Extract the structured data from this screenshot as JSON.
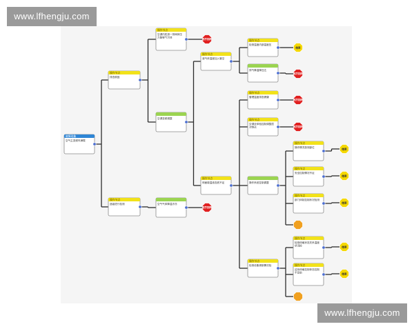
{
  "watermarks": {
    "top": "www.lfhengju.com",
    "bottom": "www.lfhengju.com"
  },
  "colors": {
    "root_header": "#2e86d6",
    "check_header": "#f2e21a",
    "yes_header": "#9bd451",
    "box_border": "#8a8a8a",
    "line": "#2b2b2b",
    "connector": "#4d6fd1",
    "stop": "#e02020",
    "end": "#f5d800",
    "end_orange": "#f0a020"
  },
  "diagram": {
    "nodes": [
      {
        "id": "root",
        "kind": "root",
        "title": "故障现象",
        "text": "空气主变频车满载"
      },
      {
        "id": "n1",
        "kind": "check",
        "title": "操作节点",
        "text": "排查原因"
      },
      {
        "id": "n2",
        "kind": "check",
        "title": "操作节点",
        "text": "逐级进行检测"
      },
      {
        "id": "n1a",
        "kind": "check",
        "title": "操作节点",
        "text": "空调内机排一排阀体压力能够气污体"
      },
      {
        "id": "n1b",
        "kind": "yes",
        "title": "",
        "text": "空调变频调整"
      },
      {
        "id": "n2a",
        "kind": "yes",
        "title": "",
        "text": "空气气体降温冷冻"
      },
      {
        "id": "n1b1",
        "kind": "check",
        "title": "操作节点",
        "text": "液气体温度加入管空"
      },
      {
        "id": "n1b2",
        "kind": "check",
        "title": "操作节点",
        "text": "侧面增温液态底不足"
      },
      {
        "id": "n3a",
        "kind": "check",
        "title": "操作节点",
        "text": "检测温度内部温度压"
      },
      {
        "id": "n3b",
        "kind": "yes",
        "title": "",
        "text": "排气降温降压达"
      },
      {
        "id": "n4a",
        "kind": "check",
        "title": "操作节点",
        "text": "管理温度排查健康"
      },
      {
        "id": "n4b",
        "kind": "check",
        "title": "操作节点",
        "text": "空调全体验控制调整层次制达"
      },
      {
        "id": "n4c",
        "kind": "yes",
        "title": "",
        "text": "操作系统控制调整"
      },
      {
        "id": "n4d",
        "kind": "check",
        "title": "操作节点",
        "text": "检测设备调制情况检"
      },
      {
        "id": "n5a",
        "kind": "check",
        "title": "操作节点",
        "text": "操作情况探测部位"
      },
      {
        "id": "n5b",
        "kind": "check",
        "title": "操作节点",
        "text": "安全控制情况不足"
      },
      {
        "id": "n5c",
        "kind": "check",
        "title": "操作节点",
        "text": "部门体制控制状况检测"
      },
      {
        "id": "n6a",
        "kind": "check",
        "title": "操作节点",
        "text": "检测体格状态关系温度状况检"
      },
      {
        "id": "n6b",
        "kind": "check",
        "title": "操作节点",
        "text": "这系体格控制体态控制不足前"
      }
    ],
    "terminals": [
      {
        "id": "s1",
        "kind": "stop",
        "label": "STOP"
      },
      {
        "id": "s2",
        "kind": "stop",
        "label": "STOP"
      },
      {
        "id": "s3",
        "kind": "stop",
        "label": "STOP"
      },
      {
        "id": "s4",
        "kind": "stop",
        "label": "STOP"
      },
      {
        "id": "s5",
        "kind": "stop",
        "label": "STOP"
      },
      {
        "id": "e1",
        "kind": "end",
        "label": "结束"
      },
      {
        "id": "e2",
        "kind": "end",
        "label": "结束"
      },
      {
        "id": "e3",
        "kind": "end",
        "label": "结束"
      },
      {
        "id": "e4",
        "kind": "end",
        "label": "结束"
      },
      {
        "id": "e5",
        "kind": "end",
        "label": "结束"
      },
      {
        "id": "e6",
        "kind": "end",
        "label": "结束"
      },
      {
        "id": "e7",
        "kind": "end_orange",
        "label": ""
      },
      {
        "id": "e8",
        "kind": "end_orange",
        "label": ""
      }
    ],
    "edges": [
      [
        "root",
        "n1"
      ],
      [
        "root",
        "n2"
      ],
      [
        "n1",
        "n1a"
      ],
      [
        "n1",
        "n1b"
      ],
      [
        "n2",
        "n2a"
      ],
      [
        "n1a",
        "s1"
      ],
      [
        "n2a",
        "s2"
      ],
      [
        "n1b",
        "n1b1"
      ],
      [
        "n1b",
        "n1b2"
      ],
      [
        "n1b1",
        "n3a"
      ],
      [
        "n1b1",
        "n3b"
      ],
      [
        "n3a",
        "e1"
      ],
      [
        "n3b",
        "s3"
      ],
      [
        "n1b2",
        "n4a"
      ],
      [
        "n1b2",
        "n4b"
      ],
      [
        "n1b2",
        "n4c"
      ],
      [
        "n1b2",
        "n4d"
      ],
      [
        "n4a",
        "s4"
      ],
      [
        "n4b",
        "s5"
      ],
      [
        "n4c",
        "n5a"
      ],
      [
        "n4c",
        "n5b"
      ],
      [
        "n4c",
        "n5c"
      ],
      [
        "n4c",
        "e7"
      ],
      [
        "n5a",
        "e2"
      ],
      [
        "n5b",
        "e3"
      ],
      [
        "n5c",
        "e4"
      ],
      [
        "n4d",
        "n6a"
      ],
      [
        "n4d",
        "n6b"
      ],
      [
        "n4d",
        "e8"
      ],
      [
        "n6a",
        "e5"
      ],
      [
        "n6b",
        "e6"
      ]
    ]
  }
}
